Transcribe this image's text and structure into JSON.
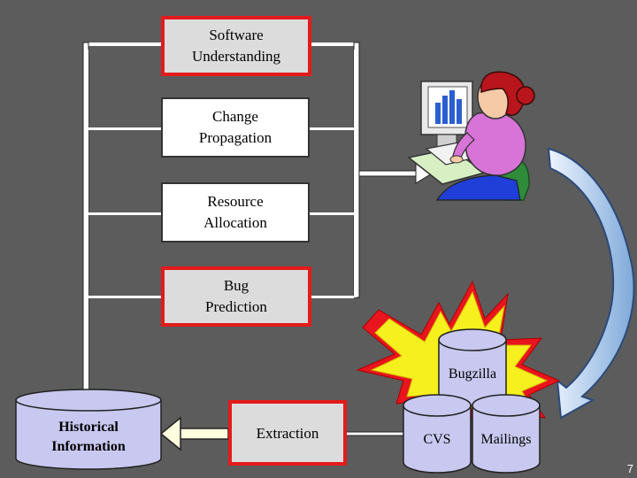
{
  "diagram": {
    "uses": {
      "software_understanding": "Software\nUnderstanding",
      "change_propagation": "Change\nPropagation",
      "resource_allocation": "Resource\nAllocation",
      "bug_prediction": "Bug\nPrediction"
    },
    "historical_information": "Historical\nInformation",
    "extraction": "Extraction",
    "sources": {
      "bugzilla": "Bugzilla",
      "cvs": "CVS",
      "mailings": "Mailings"
    }
  },
  "slide": {
    "page_number": "7"
  },
  "colors": {
    "background": "#5c5c5c",
    "highlight_border": "#e31b1b",
    "cylinder_fill": "#c8c8f0",
    "burst_yellow": "#f5f01e",
    "burst_red": "#e8141e",
    "curved_arrow": "#a9cbef"
  }
}
